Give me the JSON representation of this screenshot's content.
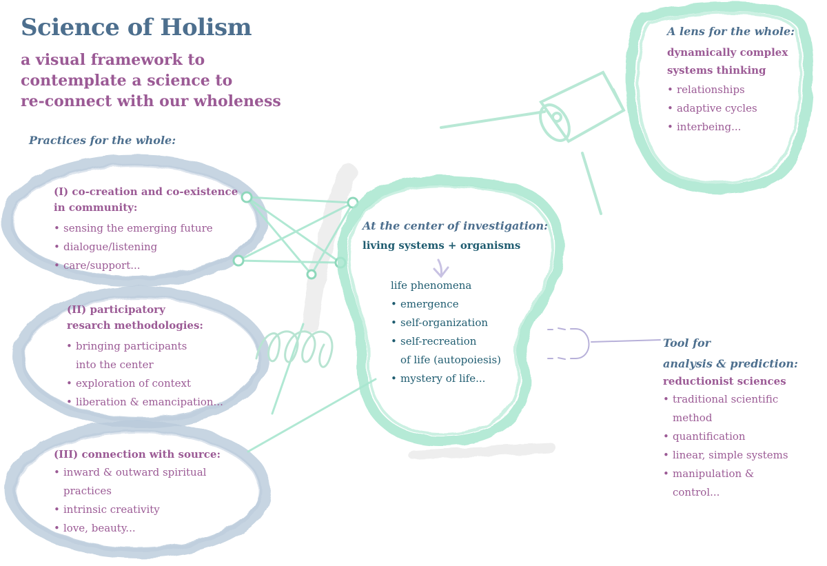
{
  "title": "Science of Holism",
  "subtitle": [
    "a visual framework to",
    "contemplate a science to",
    "re-connect with our wholeness"
  ],
  "practices_heading": "Practices for the whole:",
  "practice1": {
    "heading": [
      "(I) co-creation and co-existence",
      "in community:"
    ],
    "items": [
      "sensing the emerging future",
      "dialogue/listening",
      "care/support..."
    ]
  },
  "practice2": {
    "heading": [
      "(II) participatory",
      "resarch methodologies:"
    ],
    "items": [
      "bringing participants",
      "into the center",
      "exploration of context",
      "liberation & emancipation..."
    ]
  },
  "practice3": {
    "heading": "(III) connection with source:",
    "items": [
      "inward & outward spiritual",
      "practices",
      "intrinsic creativity",
      "love, beauty..."
    ]
  },
  "center": {
    "heading": "At the center of investigation:",
    "subheading": "living systems + organisms",
    "label": "life phenomena",
    "items": [
      "emergence",
      "self-organization",
      "self-recreation",
      "of life (autopoiesis)",
      "mystery of life..."
    ]
  },
  "lens": {
    "heading": "A lens for the whole:",
    "subheading": [
      "dynamically complex",
      "systems thinking"
    ],
    "items": [
      "relationships",
      "adaptive cycles",
      "interbeing..."
    ]
  },
  "tool": {
    "heading": [
      "Tool for",
      "analysis & prediction:"
    ],
    "subheading": "reductionist sciences",
    "items": [
      "traditional scientific",
      "method",
      "quantification",
      "linear, simple systems",
      "manipulation &",
      "control..."
    ]
  },
  "colors": {
    "blue_ring": "#b9cadb",
    "green_ring": "#a8e6cf",
    "title_blue": "#4d6f8e",
    "purple": "#9b5a95",
    "teal_text": "#1f5c70",
    "bracket": "#b7b0d9"
  },
  "bullet": "•"
}
